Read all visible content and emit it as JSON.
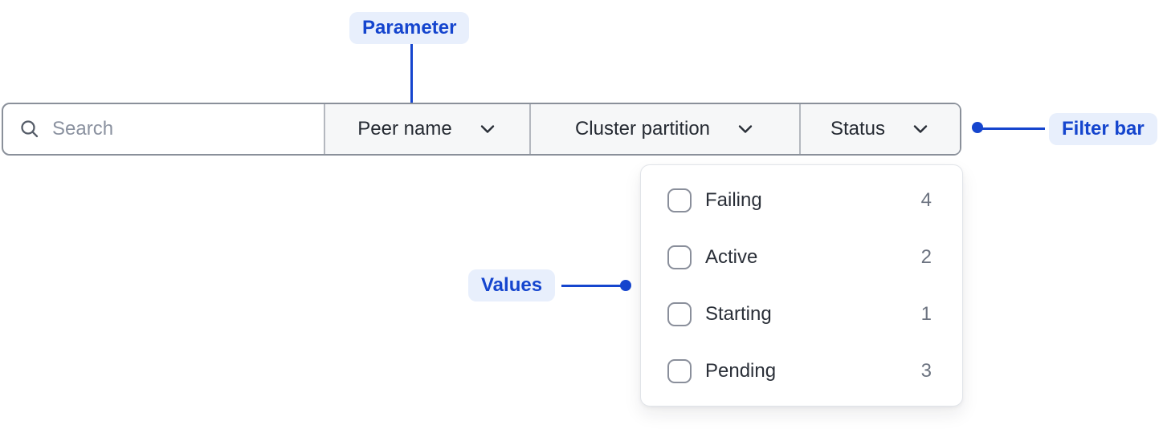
{
  "annotations": {
    "parameter_label": "Parameter",
    "filter_bar_label": "Filter bar",
    "values_label": "Values"
  },
  "filter_bar": {
    "search_placeholder": "Search",
    "search_value": "",
    "parameters": [
      {
        "label": "Peer name"
      },
      {
        "label": "Cluster partition"
      },
      {
        "label": "Status"
      }
    ]
  },
  "status_dropdown": {
    "options": [
      {
        "label": "Failing",
        "count": "4",
        "checked": false
      },
      {
        "label": "Active",
        "count": "2",
        "checked": false
      },
      {
        "label": "Starting",
        "count": "1",
        "checked": false
      },
      {
        "label": "Pending",
        "count": "3",
        "checked": false
      }
    ]
  },
  "colors": {
    "accent_blue": "#1545ce",
    "annotation_badge_bg": "#e8effc",
    "bar_border": "#8a909a",
    "dropdown_section_bg": "#f6f7f8"
  }
}
